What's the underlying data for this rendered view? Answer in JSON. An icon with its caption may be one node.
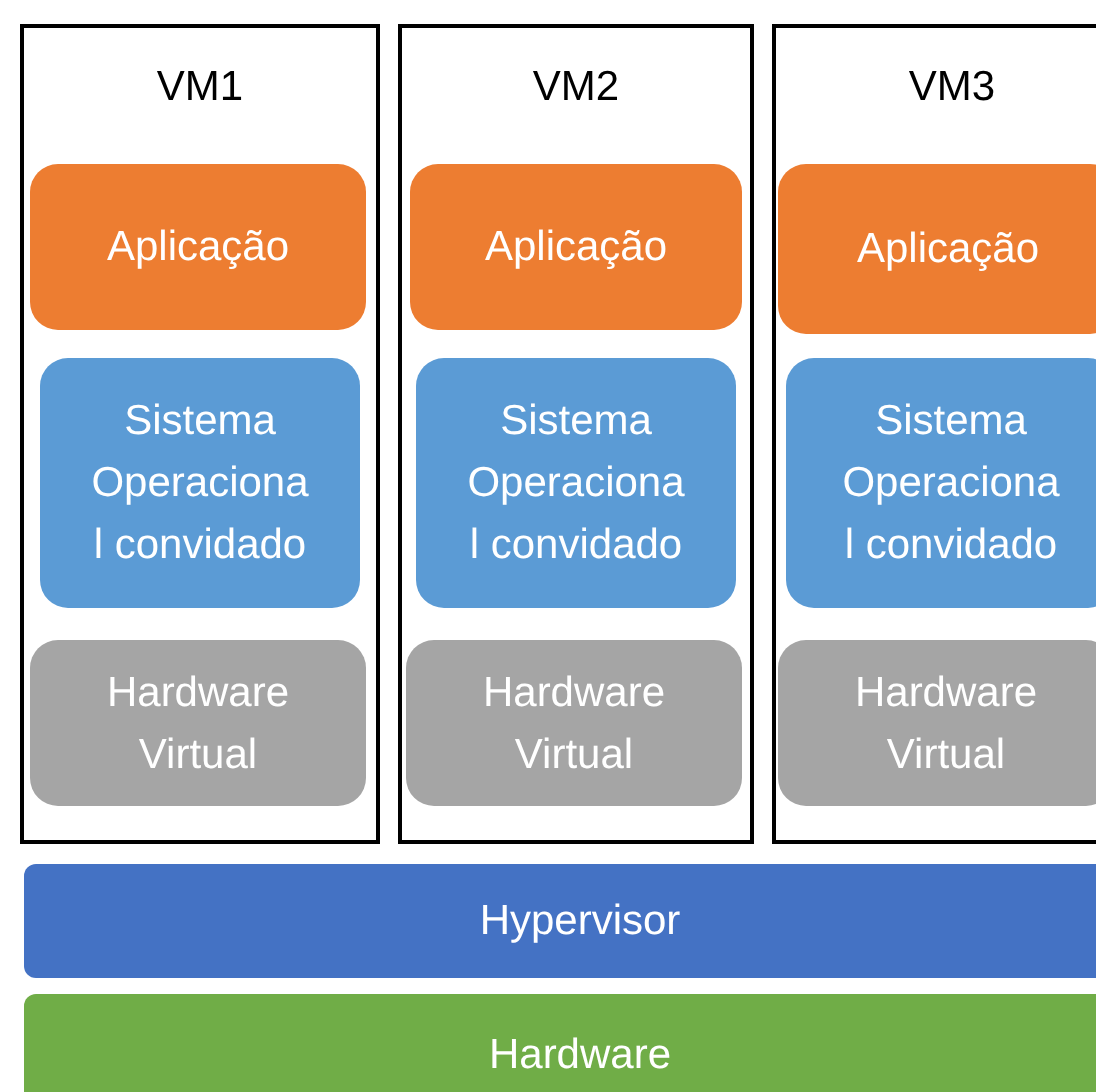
{
  "diagram": {
    "nodes": [
      {
        "text": [
          "VM1"
        ]
      },
      {
        "text": [
          "Aplicação"
        ],
        "in": 0
      },
      {
        "text": [
          "Sistema Operaciona l convidado"
        ],
        "in": 0
      },
      {
        "text": [
          "Hardware Virtual"
        ],
        "in": 0
      },
      {
        "text": [
          "VM2"
        ]
      },
      {
        "text": [
          "Aplicação"
        ],
        "in": 4
      },
      {
        "text": [
          "Sistema Operaciona l convidado"
        ],
        "in": 4
      },
      {
        "text": [
          "Hardware Virtual"
        ],
        "in": 4
      },
      {
        "text": [
          "VM3"
        ]
      },
      {
        "text": [
          "Aplicação"
        ],
        "in": 8
      },
      {
        "text": [
          "Sistema Operaciona l convidado"
        ],
        "in": 8
      },
      {
        "text": [
          "Hardware Virtual"
        ],
        "in": 8
      },
      {
        "text": [
          "Hypervisor"
        ]
      },
      {
        "text": [
          "Hardware"
        ]
      }
    ]
  }
}
